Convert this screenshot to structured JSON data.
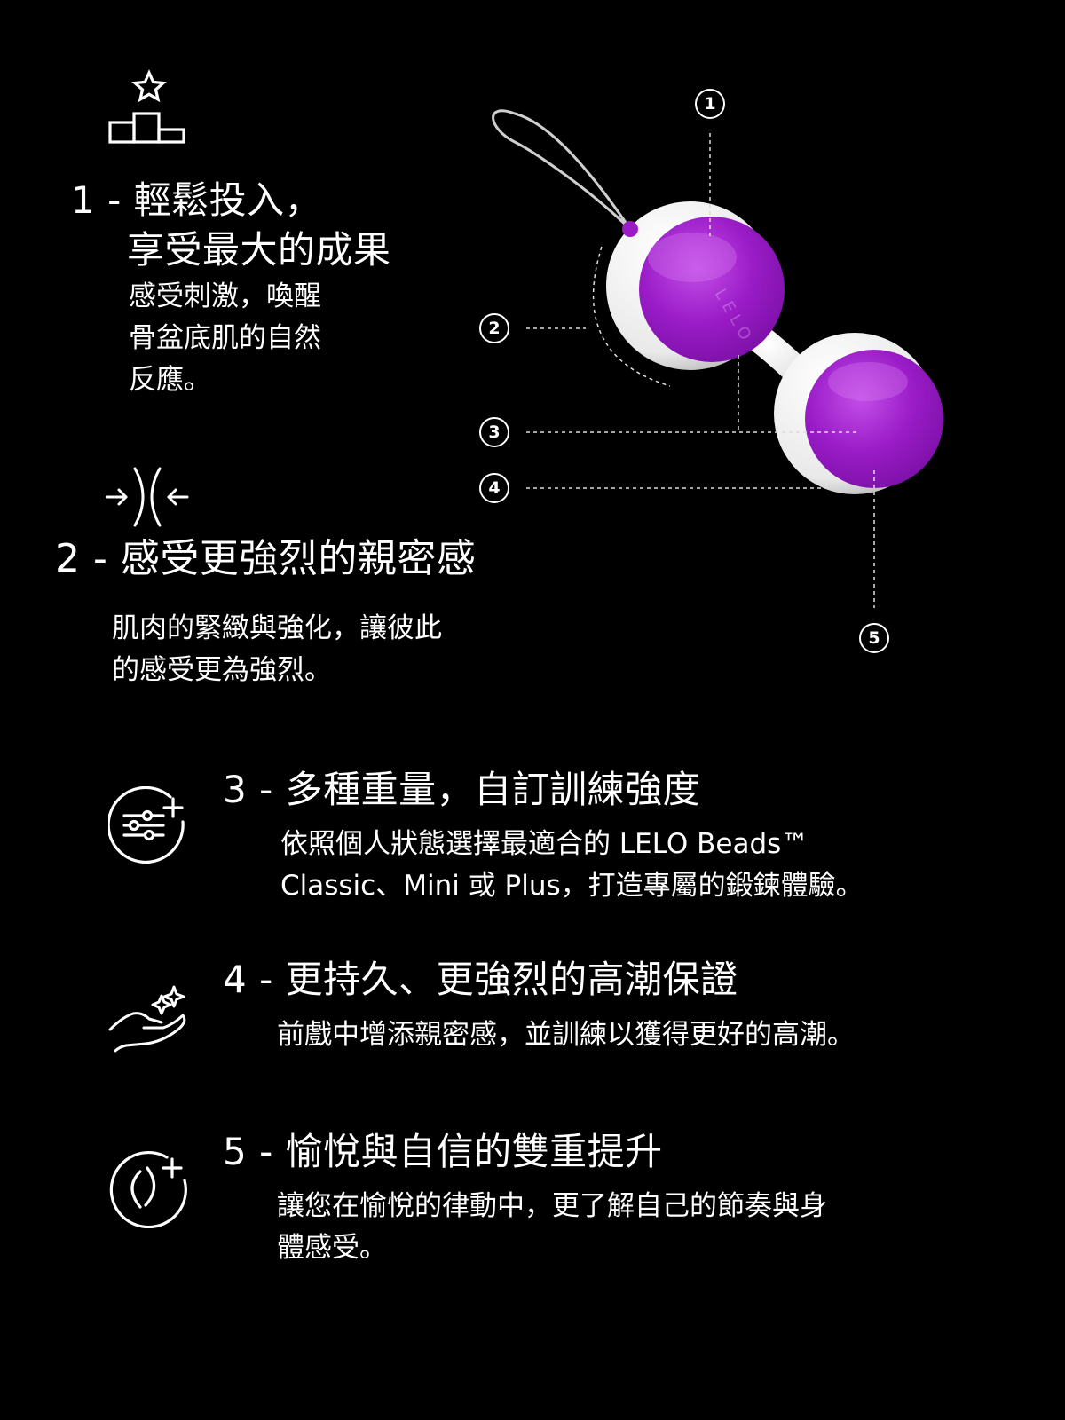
{
  "theme": {
    "background": "#000000",
    "text": "#ffffff",
    "bead_purple": "#9a1cc7",
    "bead_purple_light": "#c44ee8",
    "bead_shell": "#f2f2f2"
  },
  "features": [
    {
      "icon": "podium-star-icon",
      "number": "1 -",
      "title_line1": "輕鬆投入，",
      "title_line2": "享受最大的成果",
      "body_lines": [
        "感受刺激，喚醒",
        "骨盆底肌的自然",
        "反應。"
      ]
    },
    {
      "icon": "contract-arrows-icon",
      "number": "2 -",
      "title": "感受更強烈的親密感",
      "body_lines": [
        "肌肉的緊緻與強化，讓彼此",
        "的感受更為強烈。"
      ]
    },
    {
      "icon": "sliders-plus-icon",
      "number": "3 -",
      "title": "多種重量，自訂訓練強度",
      "body_lines": [
        "依照個人狀態選擇最適合的 LELO Beads™",
        "Classic、Mini 或 Plus，打造專屬的鍛鍊體驗。"
      ]
    },
    {
      "icon": "hand-sparkles-icon",
      "number": "4 -",
      "title": "更持久、更強烈的高潮保證",
      "body_lines": [
        "前戲中增添親密感，並訓練以獲得更好的高潮。"
      ]
    },
    {
      "icon": "circle-plus-icon",
      "number": "5 -",
      "title": "愉悅與自信的雙重提升",
      "body_lines": [
        "讓您在愉悅的律動中，更了解自己的節奏與身",
        "體感受。"
      ]
    }
  ],
  "diagram": {
    "product": "LELO Beads",
    "callouts": [
      "1",
      "2",
      "3",
      "4",
      "5"
    ],
    "bead_engraving": "LELO"
  }
}
